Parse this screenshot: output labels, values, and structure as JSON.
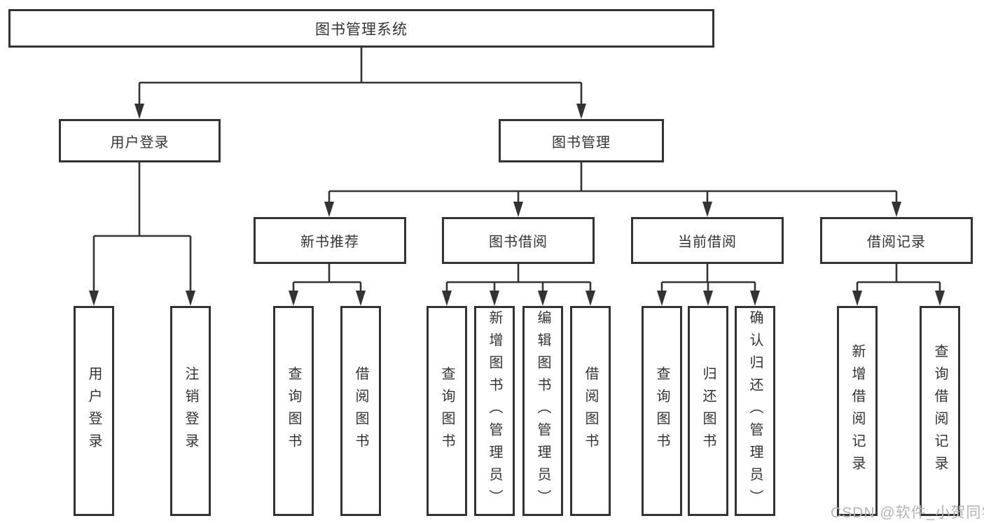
{
  "colors": {
    "line": "#333333",
    "text": "#333333",
    "background": "#ffffff",
    "watermark_text_color": "#b3b3b3"
  },
  "watermark": {
    "text": "CSDN @软件_小贺同学"
  },
  "tree": {
    "label": "图书管理系统",
    "children": [
      {
        "label": "用户登录",
        "children": [
          {
            "label": "用户登录"
          },
          {
            "label": "注销登录"
          }
        ]
      },
      {
        "label": "图书管理",
        "children": [
          {
            "label": "新书推荐",
            "children": [
              {
                "label": "查询图书"
              },
              {
                "label": "借阅图书"
              }
            ]
          },
          {
            "label": "图书借阅",
            "children": [
              {
                "label": "查询图书"
              },
              {
                "label": "新增图书（管理员）"
              },
              {
                "label": "编辑图书（管理员）"
              },
              {
                "label": "借阅图书"
              }
            ]
          },
          {
            "label": "当前借阅",
            "children": [
              {
                "label": "查询图书"
              },
              {
                "label": "归还图书"
              },
              {
                "label": "确认归还（管理员）"
              }
            ]
          },
          {
            "label": "借阅记录",
            "children": [
              {
                "label": "新增借阅记录"
              },
              {
                "label": "查询借阅记录"
              }
            ]
          }
        ]
      }
    ]
  }
}
